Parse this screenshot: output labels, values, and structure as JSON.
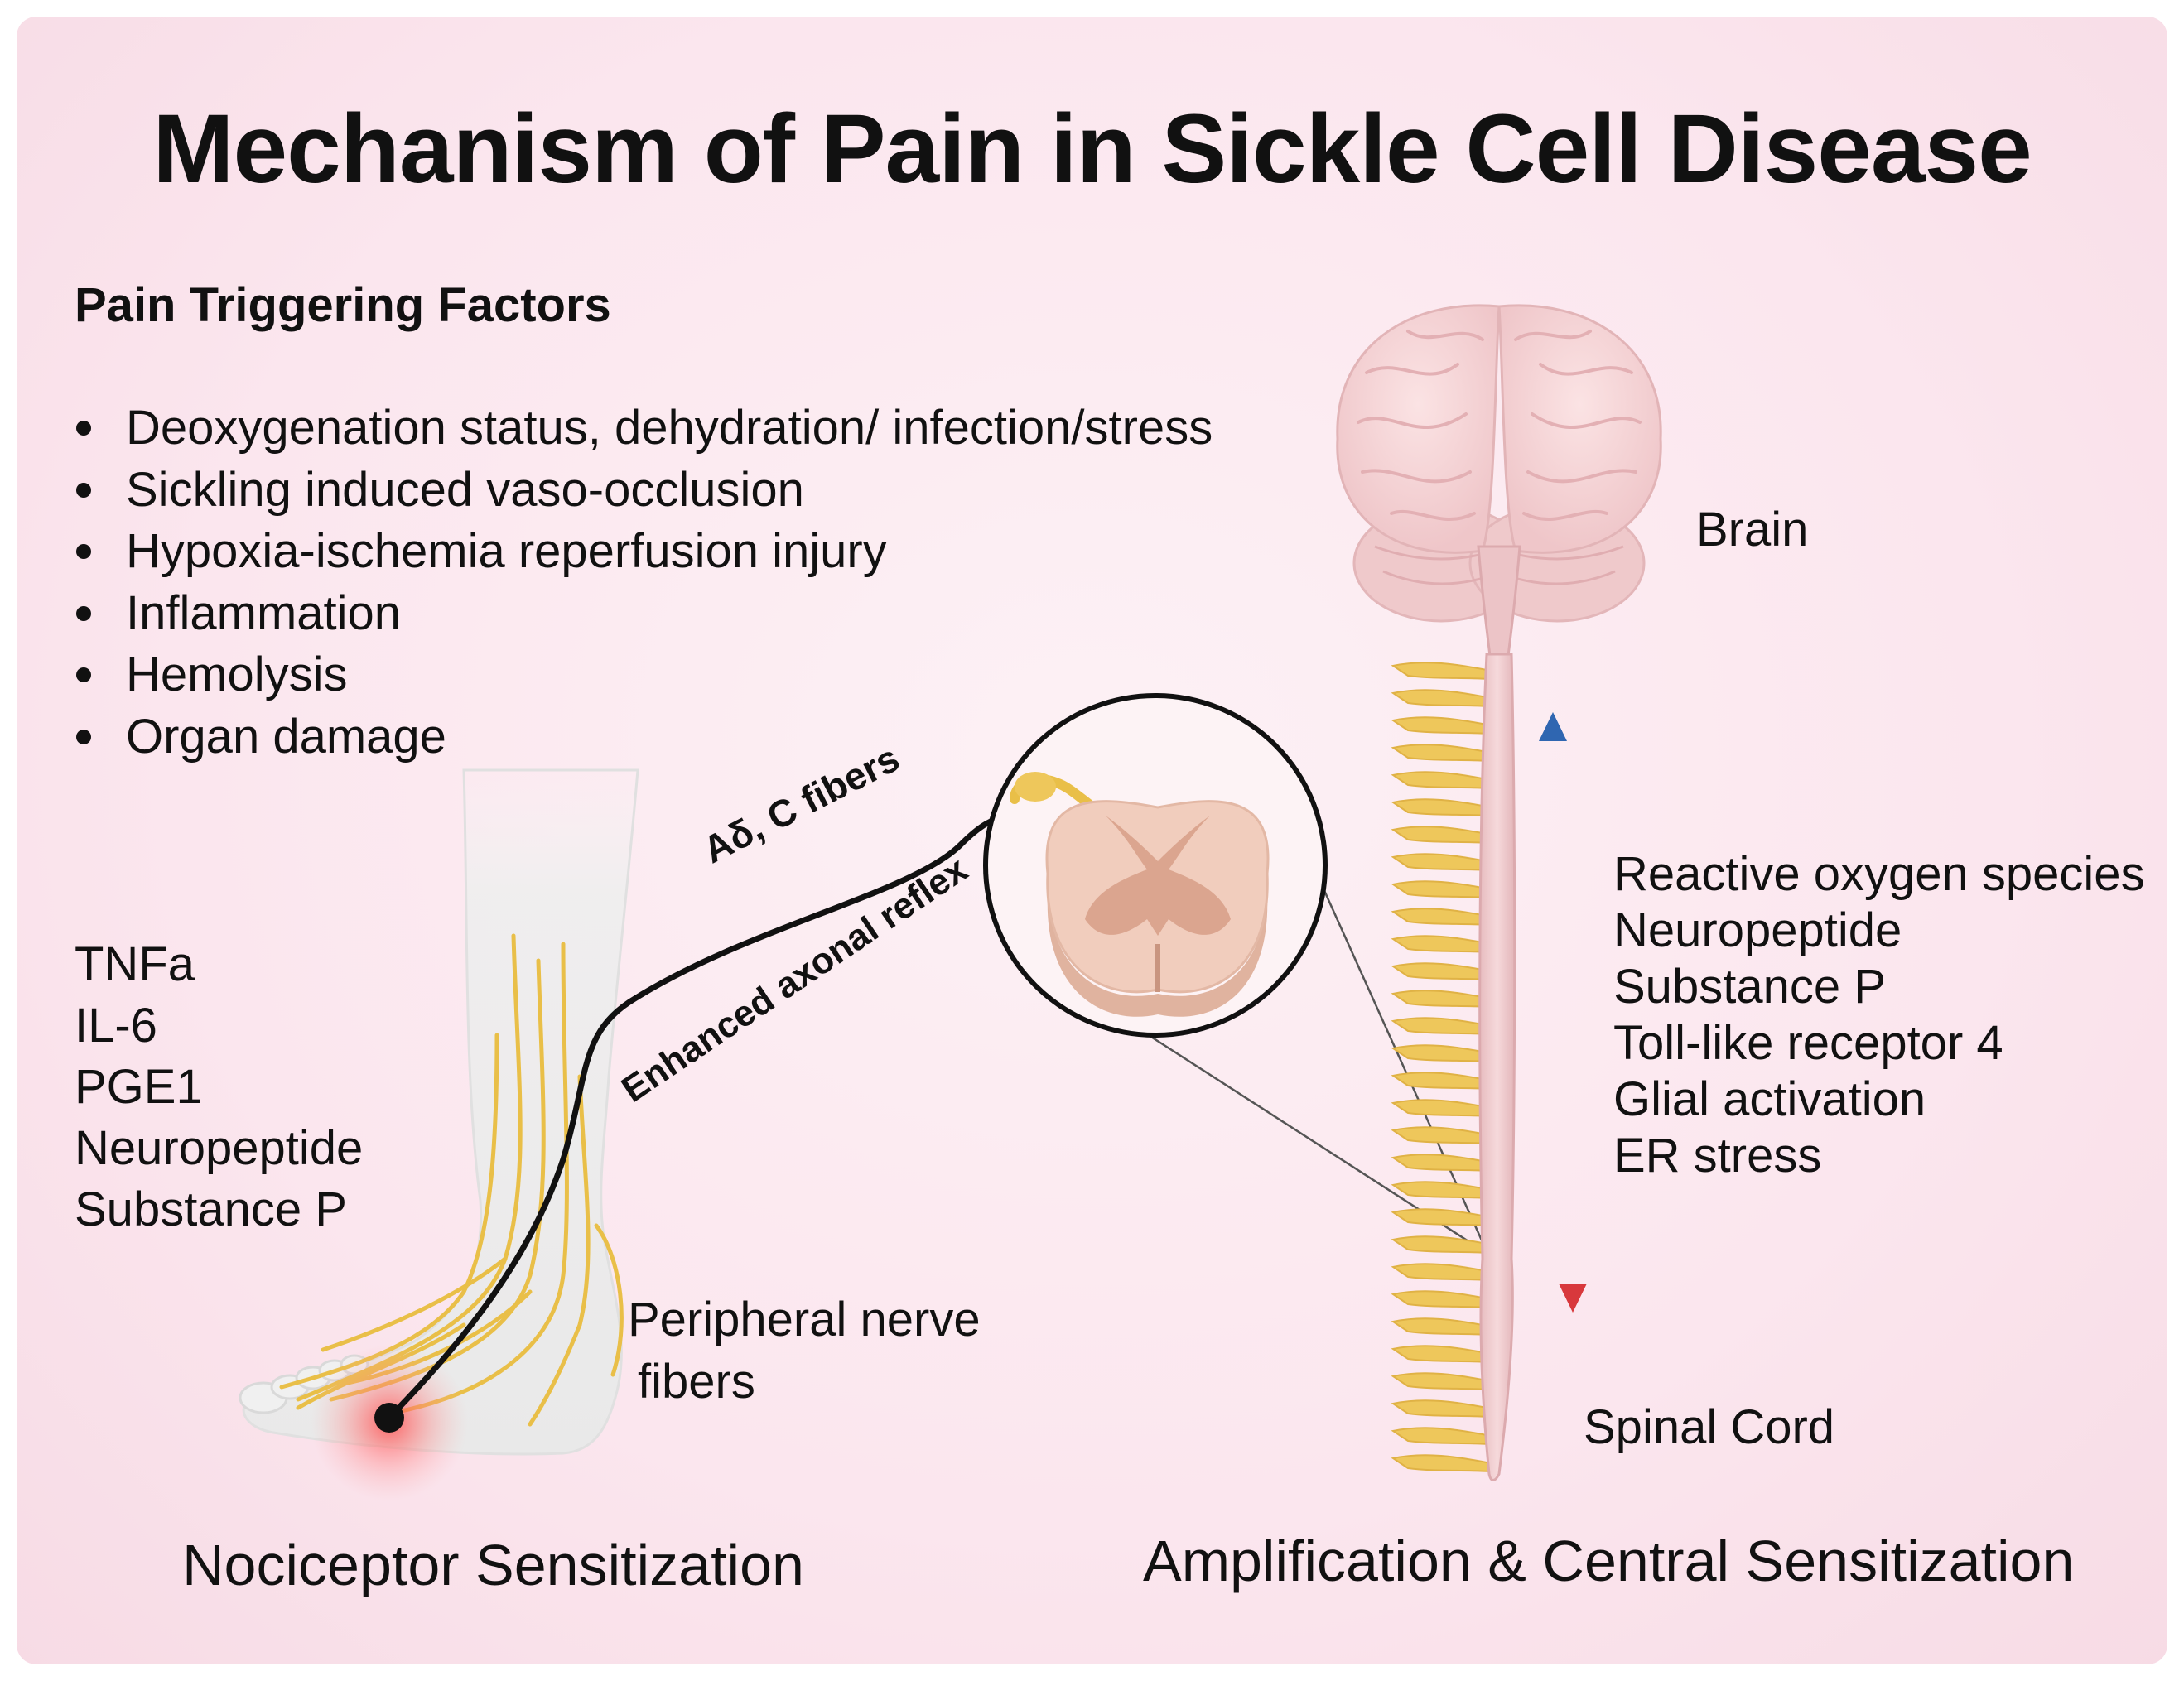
{
  "title": "Mechanism of Pain in Sickle Cell Disease",
  "triggering": {
    "heading": "Pain Triggering Factors",
    "items": [
      "Deoxygenation status, dehydration/ infection/stress",
      "Sickling induced vaso-occlusion",
      "Hypoxia-ischemia reperfusion injury",
      "Inflammation",
      "Hemolysis",
      "Organ damage"
    ]
  },
  "peripheral_mediators": [
    "TNFa",
    "IL-6",
    "PGE1",
    "Neuropeptide",
    "Substance P"
  ],
  "central_mediators": [
    "Reactive oxygen species",
    "Neuropeptide",
    "Substance P",
    "Toll-like receptor 4",
    "Glial activation",
    "ER stress"
  ],
  "labels": {
    "fibers": "Aδ, C fibers",
    "axonal_reflex": "Enhanced axonal reflex",
    "brain": "Brain",
    "spinal_cord": "Spinal Cord",
    "peripheral_line1": "Peripheral nerve",
    "peripheral_line2": "fibers",
    "nociceptor": "Nociceptor Sensitization",
    "central": "Amplification & Central Sensitization"
  },
  "colors": {
    "nerve": "#e9bf48",
    "ascending_arrow": "#2f66b1",
    "descending_arrow": "#d8383c",
    "pain_glow": "#ff5a5a",
    "tissue": "#f2cfd3"
  },
  "icons": [
    "brain-icon",
    "spinal-cord-icon",
    "spinal-cross-section-icon",
    "foot-icon",
    "nerve-ending-icon"
  ]
}
